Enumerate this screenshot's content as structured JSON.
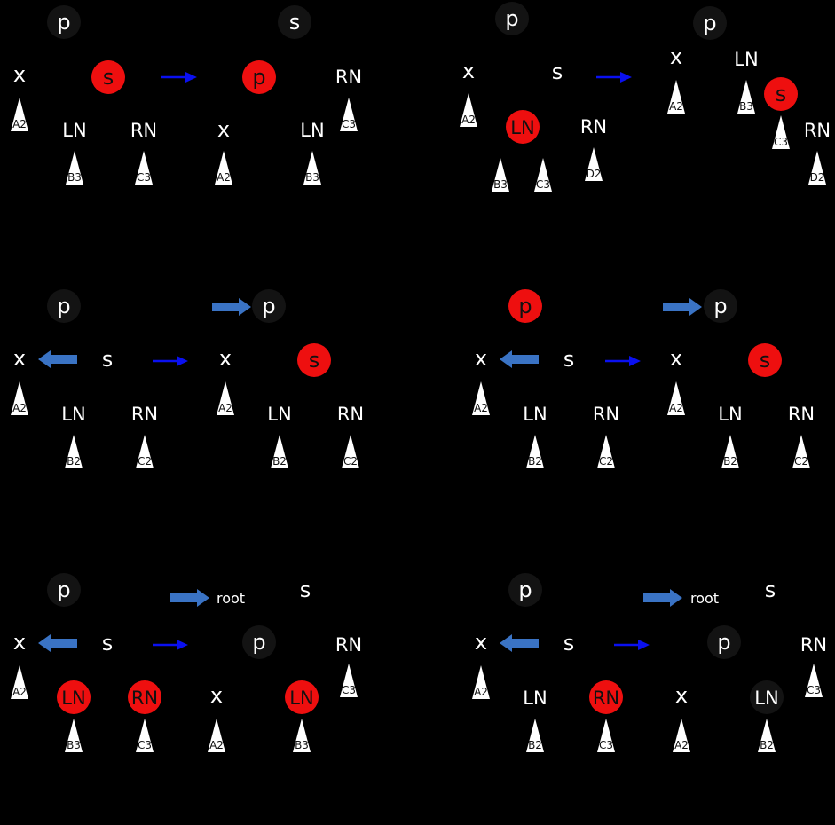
{
  "colors": {
    "background": "#000000",
    "node_black": "#131313",
    "node_red": "#ee0f0f",
    "text_white": "#ffffff",
    "text_black": "#111111",
    "subtree_fill": "#ffffff",
    "arrow_transform": "#0a10f0",
    "arrow_pointer": "#3a73c4"
  },
  "panels": [
    {
      "id": "case1",
      "nodes": [
        {
          "label": "p",
          "color": "black"
        },
        {
          "label": "x",
          "color": "none"
        },
        {
          "label": "s",
          "color": "red"
        },
        {
          "label": "LN",
          "color": "none"
        },
        {
          "label": "RN",
          "color": "none"
        },
        {
          "label": "s",
          "color": "black"
        },
        {
          "label": "p",
          "color": "red"
        },
        {
          "label": "RN",
          "color": "none"
        },
        {
          "label": "x",
          "color": "none"
        },
        {
          "label": "LN",
          "color": "none"
        }
      ],
      "subtrees": [
        "A2",
        "B3",
        "C3",
        "C3",
        "A2",
        "B3"
      ]
    },
    {
      "id": "case4",
      "nodes": [
        {
          "label": "p",
          "color": "black"
        },
        {
          "label": "x",
          "color": "none"
        },
        {
          "label": "s",
          "color": "none"
        },
        {
          "label": "LN",
          "color": "red"
        },
        {
          "label": "RN",
          "color": "none"
        },
        {
          "label": "p",
          "color": "black"
        },
        {
          "label": "x",
          "color": "none"
        },
        {
          "label": "LN",
          "color": "none"
        },
        {
          "label": "s",
          "color": "red"
        },
        {
          "label": "RN",
          "color": "none"
        }
      ],
      "subtrees": [
        "A2",
        "B3",
        "C3",
        "D2",
        "A2",
        "B3",
        "C3",
        "D2"
      ]
    },
    {
      "id": "case2-black-parent",
      "nodes": [
        {
          "label": "p",
          "color": "black"
        },
        {
          "label": "x",
          "color": "none"
        },
        {
          "label": "s",
          "color": "none"
        },
        {
          "label": "LN",
          "color": "none"
        },
        {
          "label": "RN",
          "color": "none"
        },
        {
          "label": "p",
          "color": "black"
        },
        {
          "label": "x",
          "color": "none"
        },
        {
          "label": "s",
          "color": "red"
        },
        {
          "label": "LN",
          "color": "none"
        },
        {
          "label": "RN",
          "color": "none"
        }
      ],
      "subtrees": [
        "A2",
        "B2",
        "C2",
        "A2",
        "B2",
        "C2"
      ]
    },
    {
      "id": "case2-red-parent",
      "nodes": [
        {
          "label": "p",
          "color": "red"
        },
        {
          "label": "x",
          "color": "none"
        },
        {
          "label": "s",
          "color": "none"
        },
        {
          "label": "LN",
          "color": "none"
        },
        {
          "label": "RN",
          "color": "none"
        },
        {
          "label": "p",
          "color": "black"
        },
        {
          "label": "x",
          "color": "none"
        },
        {
          "label": "s",
          "color": "red"
        },
        {
          "label": "LN",
          "color": "none"
        },
        {
          "label": "RN",
          "color": "none"
        }
      ],
      "subtrees": [
        "A2",
        "B2",
        "C2",
        "A2",
        "B2",
        "C2"
      ]
    },
    {
      "id": "case3-a",
      "nodes": [
        {
          "label": "p",
          "color": "black"
        },
        {
          "label": "x",
          "color": "none"
        },
        {
          "label": "s",
          "color": "none"
        },
        {
          "label": "LN",
          "color": "red"
        },
        {
          "label": "RN",
          "color": "red"
        },
        {
          "label": "s",
          "color": "none"
        },
        {
          "label": "p",
          "color": "black"
        },
        {
          "label": "RN",
          "color": "none"
        },
        {
          "label": "x",
          "color": "none"
        },
        {
          "label": "LN",
          "color": "red"
        }
      ],
      "subtrees": [
        "A2",
        "B3",
        "C3",
        "C3",
        "A2",
        "B3"
      ],
      "pointer_label": "root"
    },
    {
      "id": "case3-b",
      "nodes": [
        {
          "label": "p",
          "color": "black"
        },
        {
          "label": "x",
          "color": "none"
        },
        {
          "label": "s",
          "color": "none"
        },
        {
          "label": "LN",
          "color": "none"
        },
        {
          "label": "RN",
          "color": "red"
        },
        {
          "label": "s",
          "color": "none"
        },
        {
          "label": "p",
          "color": "black"
        },
        {
          "label": "RN",
          "color": "none"
        },
        {
          "label": "x",
          "color": "none"
        },
        {
          "label": "LN",
          "color": "black"
        }
      ],
      "subtrees": [
        "A2",
        "B2",
        "C3",
        "C3",
        "A2",
        "B2"
      ],
      "pointer_label": "root"
    }
  ]
}
